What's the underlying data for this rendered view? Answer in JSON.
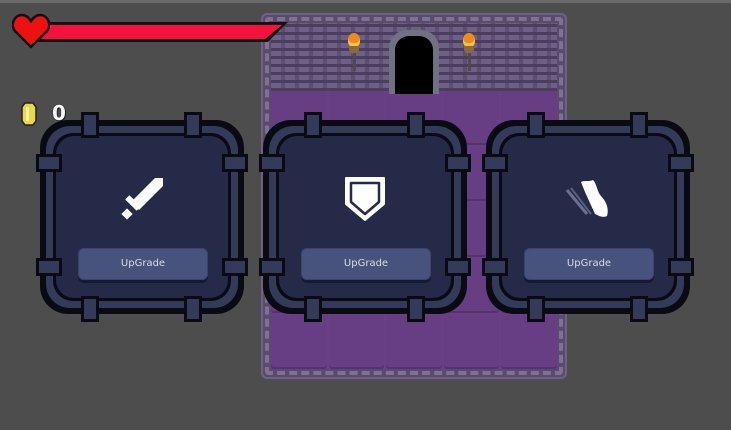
{
  "hud": {
    "health": {
      "icon": "heart-icon",
      "percent": 100,
      "fill_color": "#f4123c"
    },
    "coins": {
      "icon": "coin-icon",
      "count": "0",
      "color": "#f2e05a"
    }
  },
  "scene": {
    "room_colors": {
      "wall": "#5b4e70",
      "floor": "#673d83",
      "door": "#000000"
    },
    "torches": 2
  },
  "upgrade_cards": [
    {
      "id": "attack",
      "icon": "sword-icon",
      "button_label": "UpGrade"
    },
    {
      "id": "defense",
      "icon": "shield-icon",
      "button_label": "UpGrade"
    },
    {
      "id": "speed",
      "icon": "shoe-icon",
      "button_label": "UpGrade"
    }
  ],
  "colors": {
    "background": "#4d4d4d",
    "card_body": "#252a48",
    "card_frame": "#343b5a",
    "button": "#47537d"
  }
}
